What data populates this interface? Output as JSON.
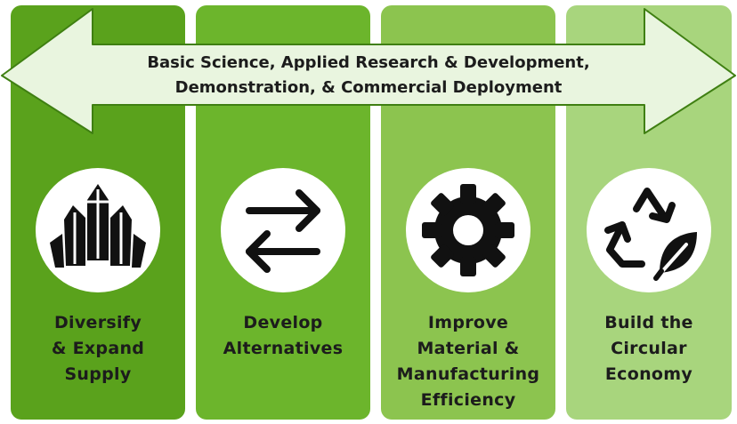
{
  "banner": {
    "line1": "Basic Science, Applied Research & Development,",
    "line2": "Demonstration, & Commercial Deployment"
  },
  "colors": {
    "pillar_1": "#5aa21c",
    "pillar_2": "#6cb52c",
    "pillar_3": "#8cc44f",
    "pillar_4": "#a8d57d",
    "arrow": "#e9f5df",
    "icon": "#111111"
  },
  "pillars": [
    {
      "icon": "crystal-icon",
      "lines": [
        "Diversify",
        "& Expand",
        "Supply"
      ]
    },
    {
      "icon": "swap-arrows-icon",
      "lines": [
        "Develop",
        "Alternatives"
      ]
    },
    {
      "icon": "gear-icon",
      "lines": [
        "Improve",
        "Material &",
        "Manufacturing",
        "Efficiency"
      ]
    },
    {
      "icon": "recycle-leaf-icon",
      "lines": [
        "Build the",
        "Circular",
        "Economy"
      ]
    }
  ]
}
